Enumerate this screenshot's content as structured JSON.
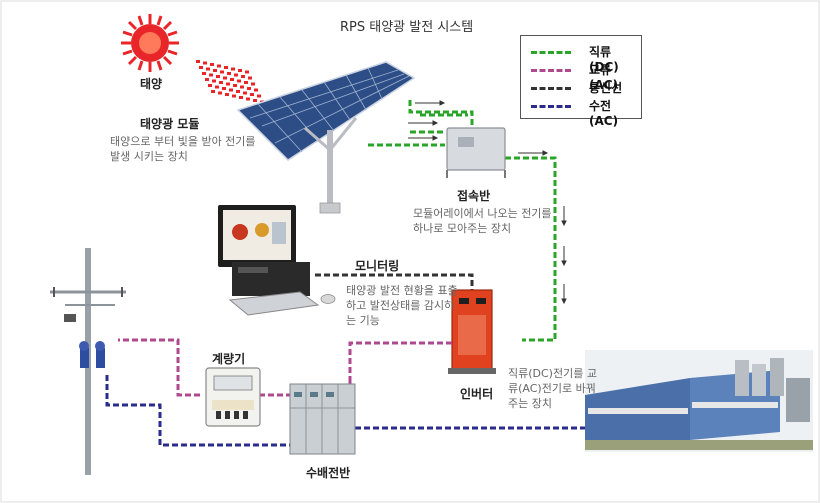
{
  "title": "RPS 태양광 발전 시스템",
  "legend": [
    {
      "label": "직류(DC)",
      "color": "#2aa52a"
    },
    {
      "label": "교류(AC)",
      "color": "#b0488f"
    },
    {
      "label": "통신선",
      "color": "#333333"
    },
    {
      "label": "수전(AC)",
      "color": "#2b2b8c"
    }
  ],
  "nodes": {
    "sun": {
      "label": "태양"
    },
    "module": {
      "label": "태양광 모듈",
      "desc": "태양으로 부터 빛을 받아 전기를 발생 시키는 장치"
    },
    "junction": {
      "label": "접속반",
      "desc": "모듈어레이에서 나오는 전기를 하나로 모아주는 장치"
    },
    "monitoring": {
      "label": "모니터링",
      "desc": "태양광 발전 현황을 표출하고 발전상태를 감시하는 기능"
    },
    "inverter": {
      "label": "인버터",
      "desc": "직류(DC)전기를 교류(AC)전기로 바꿔주는 장치"
    },
    "meter": {
      "label": "계량기"
    },
    "switchboard": {
      "label": "수배전반"
    }
  }
}
